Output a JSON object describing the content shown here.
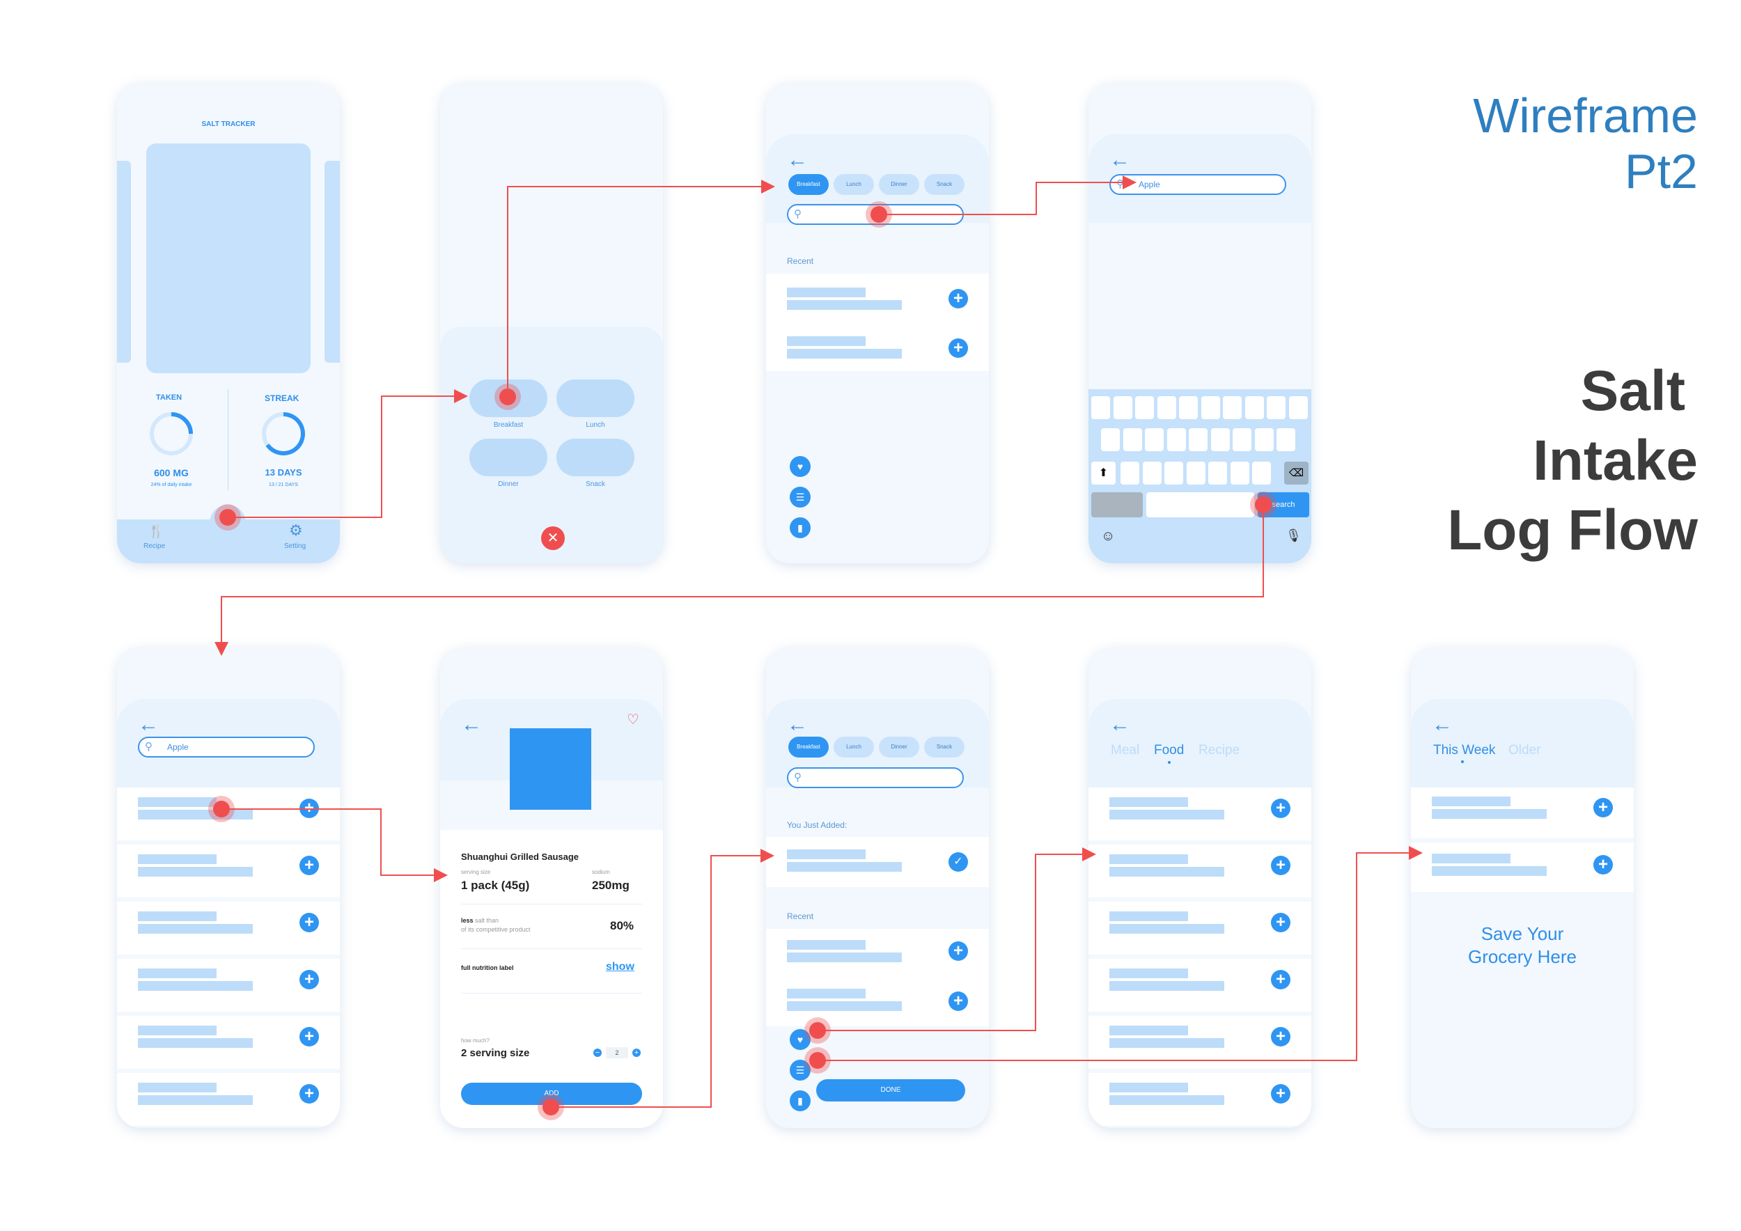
{
  "heading": {
    "line1": "Wireframe",
    "line2": "Pt2"
  },
  "flow_title": {
    "line1": "Salt",
    "line2": "Intake",
    "line3": "Log Flow"
  },
  "screen1": {
    "title": "SALT TRACKER",
    "taken_label": "TAKEN",
    "taken_value": "600 MG",
    "taken_sub": "24% of daily intake",
    "streak_label": "STREAK",
    "streak_value": "13 DAYS",
    "streak_sub": "13 / 21 DAYS",
    "nav_recipe": "Recipe",
    "nav_setting": "Setting"
  },
  "screen2": {
    "meals": [
      "Breakfast",
      "Lunch",
      "Dinner",
      "Snack"
    ],
    "close_icon": "close-icon"
  },
  "screen3": {
    "meals": [
      "Breakfast",
      "Lunch",
      "Dinner",
      "Snack"
    ],
    "recent": "Recent"
  },
  "screen4": {
    "search_value": "Apple",
    "search_key": "search"
  },
  "screen5": {
    "search_value": "Apple"
  },
  "screen6": {
    "product": "Shuanghui Grilled Sausage",
    "serving_label": "serving size",
    "serving_value": "1 pack (45g)",
    "sodium_label": "sodium",
    "sodium_value": "250mg",
    "less_strong": "less",
    "less_rest": " salt than",
    "less_line2": "of its competitive product",
    "less_value": "80%",
    "nutrition_label": "full nutrition label",
    "nutrition_link": "show",
    "how_much": "how much?",
    "serving_count": "2 serving size",
    "stepper_value": "2",
    "add_button": "ADD"
  },
  "screen7": {
    "meals": [
      "Breakfast",
      "Lunch",
      "Dinner",
      "Snack"
    ],
    "just_added": "You Just Added:",
    "recent": "Recent",
    "done_button": "DONE"
  },
  "screen8": {
    "tabs": [
      "Meal",
      "Food",
      "Recipe"
    ]
  },
  "screen9": {
    "tabs": [
      "This Week",
      "Older"
    ],
    "promo_line1": "Save Your",
    "promo_line2": "Grocery Here"
  },
  "colors": {
    "accent": "#2f95f2",
    "light": "#bcdcfa",
    "flow_arrow": "#f04e4e",
    "heading": "#2e7fbf",
    "dark_title": "#3c3c3c"
  }
}
